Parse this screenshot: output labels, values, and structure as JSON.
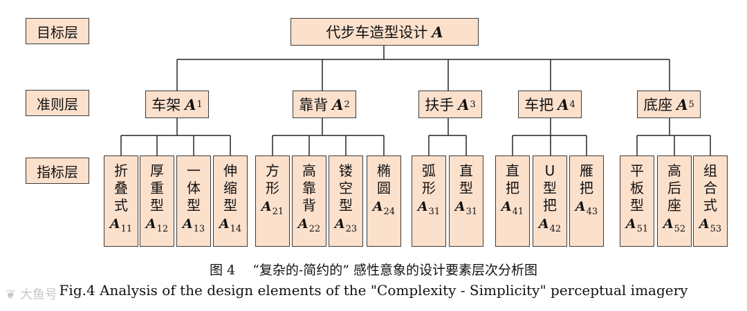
{
  "layers": {
    "target": "目标层",
    "criteria": "准则层",
    "index": "指标层"
  },
  "root": {
    "label": "代步车造型设计",
    "var": "A"
  },
  "criteria": [
    {
      "label": "车架",
      "var": "A",
      "sub": "1"
    },
    {
      "label": "靠背",
      "var": "A",
      "sub": "2"
    },
    {
      "label": "扶手",
      "var": "A",
      "sub": "3"
    },
    {
      "label": "车把",
      "var": "A",
      "sub": "4"
    },
    {
      "label": "底座",
      "var": "A",
      "sub": "5"
    }
  ],
  "leaves": [
    {
      "label": "折叠式",
      "var": "A",
      "sub": "11"
    },
    {
      "label": "厚重型",
      "var": "A",
      "sub": "12"
    },
    {
      "label": "一体型",
      "var": "A",
      "sub": "13"
    },
    {
      "label": "伸缩型",
      "var": "A",
      "sub": "14"
    },
    {
      "label": "方形",
      "var": "A",
      "sub": "21"
    },
    {
      "label": "高靠背",
      "var": "A",
      "sub": "22"
    },
    {
      "label": "镂空型",
      "var": "A",
      "sub": "23"
    },
    {
      "label": "椭圆",
      "var": "A",
      "sub": "24"
    },
    {
      "label": "弧形",
      "var": "A",
      "sub": "31"
    },
    {
      "label": "直型",
      "var": "A",
      "sub": "31"
    },
    {
      "label": "直把",
      "var": "A",
      "sub": "41"
    },
    {
      "label": "U型把",
      "var": "A",
      "sub": "42"
    },
    {
      "label": "雁把",
      "var": "A",
      "sub": "43"
    },
    {
      "label": "平板型",
      "var": "A",
      "sub": "51"
    },
    {
      "label": "高后座",
      "var": "A",
      "sub": "52"
    },
    {
      "label": "组合式",
      "var": "A",
      "sub": "53"
    }
  ],
  "caption": {
    "cn": "图 4　 “复杂的-简约的” 感性意象的设计要素层次分析图",
    "en": "Fig.4 Analysis of the design elements of the \"Complexity - Simplicity\" perceptual imagery"
  },
  "watermark": "大鱼号"
}
